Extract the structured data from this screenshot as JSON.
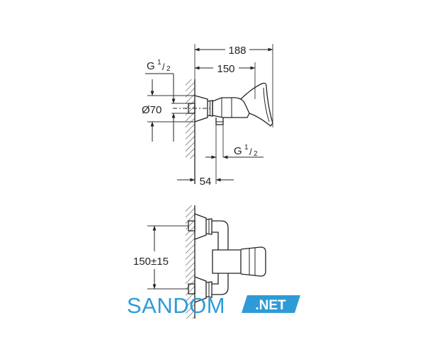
{
  "dimensions": {
    "overall_length": "188",
    "body_length": "150",
    "inlet_thread_prefix": "G",
    "inlet_thread_num": "1",
    "inlet_thread_den": "2",
    "escutcheon_diameter": "Ø70",
    "outlet_thread_prefix": "G",
    "outlet_thread_num": "1",
    "outlet_thread_den": "2",
    "outlet_offset": "54",
    "center_distance": "150±15"
  },
  "watermark": {
    "brand": "SANDOM",
    "domain": ".NET",
    "brand_color": "#2f9bd6",
    "domain_bg_color": "#2f9bd6"
  }
}
